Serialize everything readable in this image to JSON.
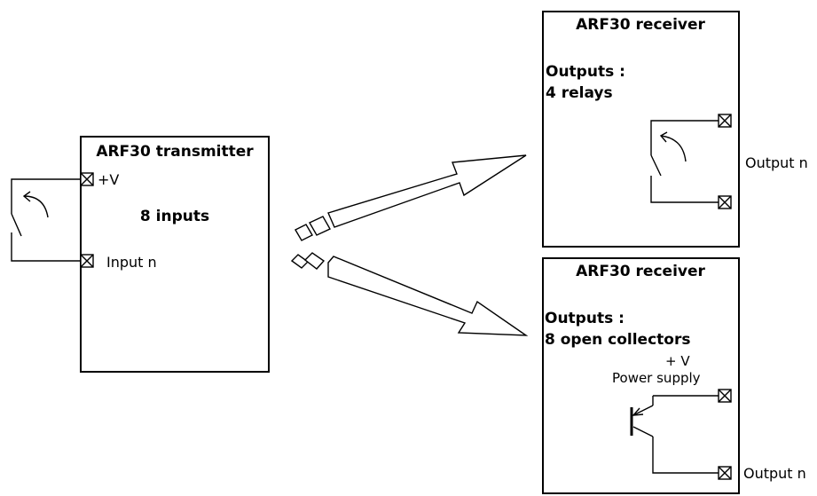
{
  "transmitter": {
    "title": "ARF30 transmitter",
    "inputs_label": "8 inputs",
    "vplus_label": "+V",
    "input_label": "Input n"
  },
  "receiver_relay": {
    "title": "ARF30 receiver",
    "outputs_label": "Outputs :",
    "outputs_detail": "4 relays",
    "output_label": "Output n"
  },
  "receiver_collector": {
    "title": "ARF30 receiver",
    "outputs_label": "Outputs :",
    "outputs_detail": "8 open collectors",
    "vplus_label": "+ V",
    "power_label": "Power supply",
    "output_label": "Output n"
  }
}
